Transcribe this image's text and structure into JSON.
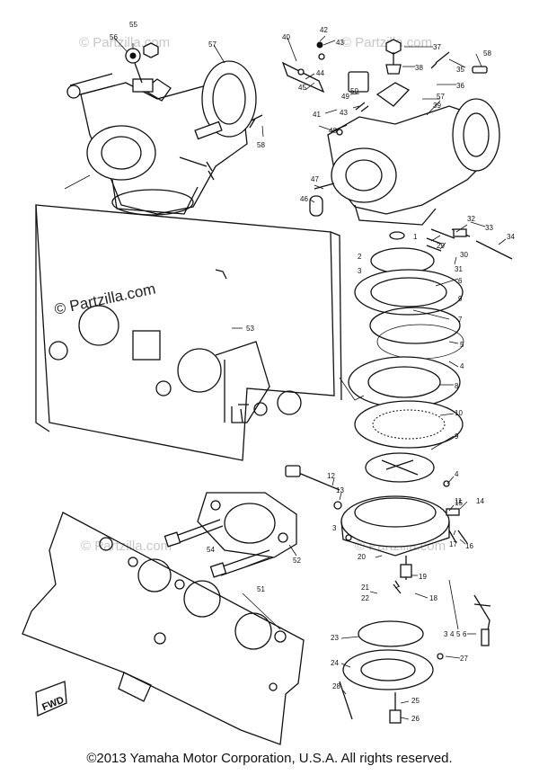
{
  "diagram": {
    "watermarks": [
      "© Partzilla.com"
    ],
    "part_labels": [
      "1",
      "2",
      "3",
      "4",
      "5",
      "6",
      "7",
      "8",
      "9",
      "10",
      "11",
      "12",
      "13",
      "14",
      "15",
      "16",
      "17",
      "18",
      "19",
      "20",
      "21",
      "22",
      "23",
      "24",
      "25",
      "26",
      "27",
      "28",
      "29",
      "30",
      "31",
      "32",
      "33",
      "34",
      "35",
      "36",
      "37",
      "38",
      "39",
      "40",
      "41",
      "42",
      "43",
      "44",
      "45",
      "46",
      "47",
      "48",
      "49",
      "50",
      "51",
      "52",
      "53",
      "54",
      "55",
      "56",
      "57",
      "58"
    ],
    "direction_mark": "FWD",
    "copyright": "©2013 Yamaha Motor Corporation, U.S.A. All rights reserved.",
    "colors": {
      "ink": "#111111",
      "watermark": "#c8c8c8",
      "background": "#ffffff"
    }
  }
}
